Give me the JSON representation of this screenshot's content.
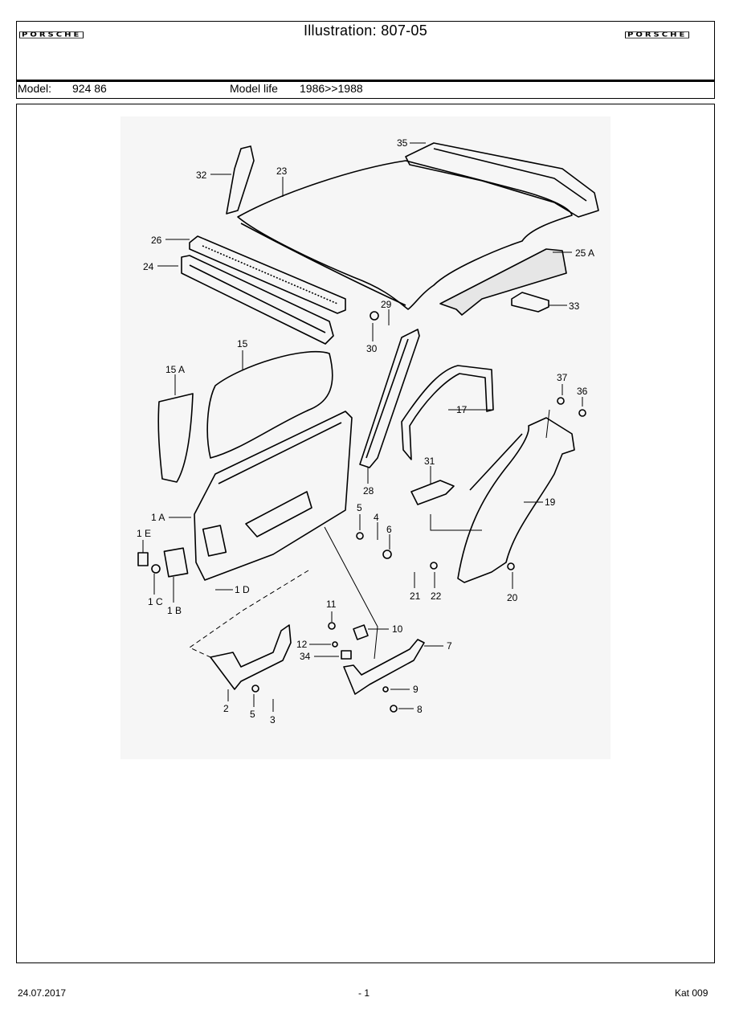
{
  "header": {
    "brand_left": "PORSCHE",
    "brand_right": "PORSCHE",
    "title": "Illustration: 807-05"
  },
  "model_bar": {
    "model_label": "Model:",
    "model_value": "924 86",
    "life_label": "Model life",
    "life_value": "1986>>1988"
  },
  "diagram": {
    "part_numbers": [
      "35",
      "23",
      "32",
      "26",
      "24",
      "25 A",
      "29",
      "33",
      "30",
      "15",
      "15 A",
      "37",
      "36",
      "17",
      "28",
      "31",
      "1 A",
      "5",
      "4",
      "6",
      "19",
      "1 E",
      "21",
      "22",
      "20",
      "1 C",
      "1 B",
      "1 D",
      "11",
      "10",
      "12",
      "7",
      "34",
      "9",
      "8",
      "2",
      "5",
      "3"
    ]
  },
  "footer": {
    "date": "24.07.2017",
    "page": "- 1",
    "catalog": "Kat 009"
  }
}
